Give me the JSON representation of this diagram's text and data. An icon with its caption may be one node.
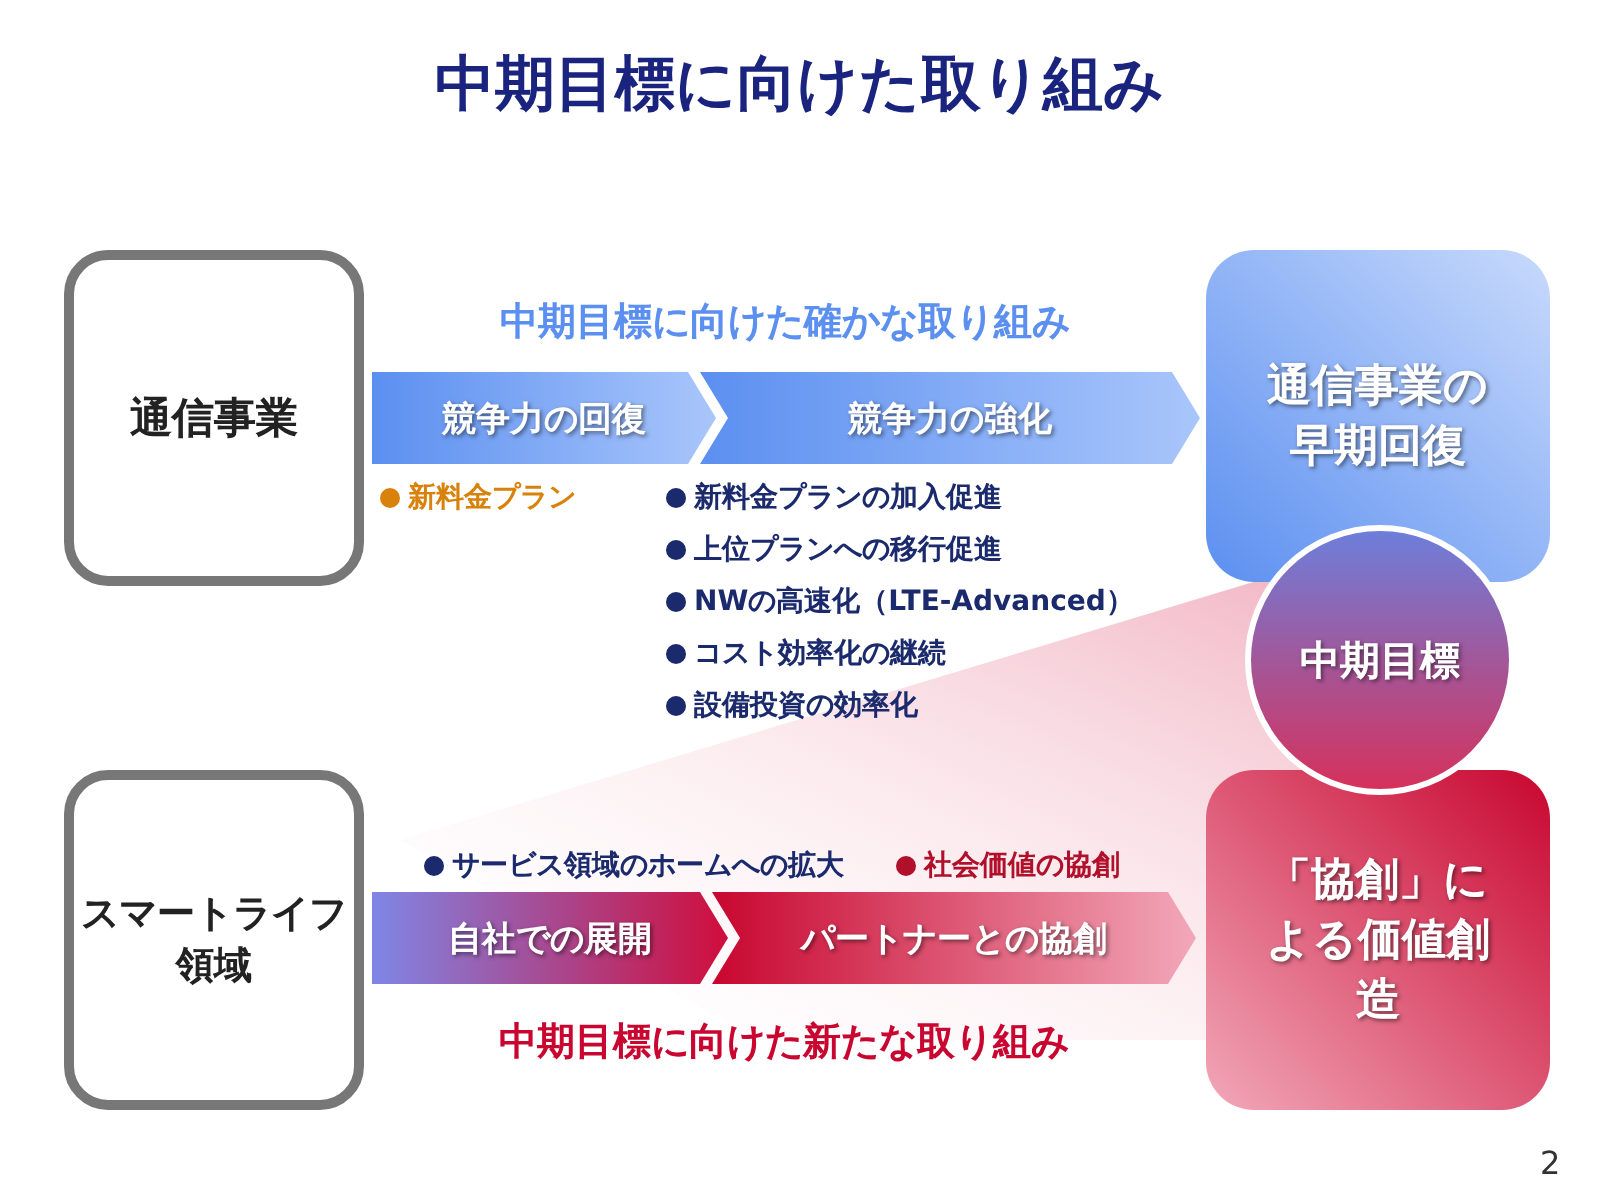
{
  "diagram": {
    "title": "中期目標に向けた取り組み",
    "nodes": [
      {
        "text": [
          "通信事業"
        ]
      },
      {
        "text": [
          "競争力の回復"
        ]
      },
      {
        "text": [
          "競争力の強化"
        ]
      },
      {
        "text": [
          "通信事業の早期回復"
        ]
      },
      {
        "text": [
          "中期目標"
        ]
      },
      {
        "text": [
          "スマートライフ領域"
        ]
      },
      {
        "text": [
          "自社での展開"
        ]
      },
      {
        "text": [
          "パートナーとの協創"
        ]
      },
      {
        "text": [
          "「協創」による価値創造"
        ]
      }
    ],
    "labels": [
      "中期目標に向けた確かな取り組み",
      "新料金プラン",
      "新料金プランの加入促進",
      "上位プランへの移行促進",
      "NWの高速化（LTE-Advanced）",
      "コスト効率化の継続",
      "設備投資の効率化",
      "サービス領域のホームへの拡大",
      "社会価値の協創",
      "中期目標に向けた新たな取り組み",
      "2"
    ]
  }
}
